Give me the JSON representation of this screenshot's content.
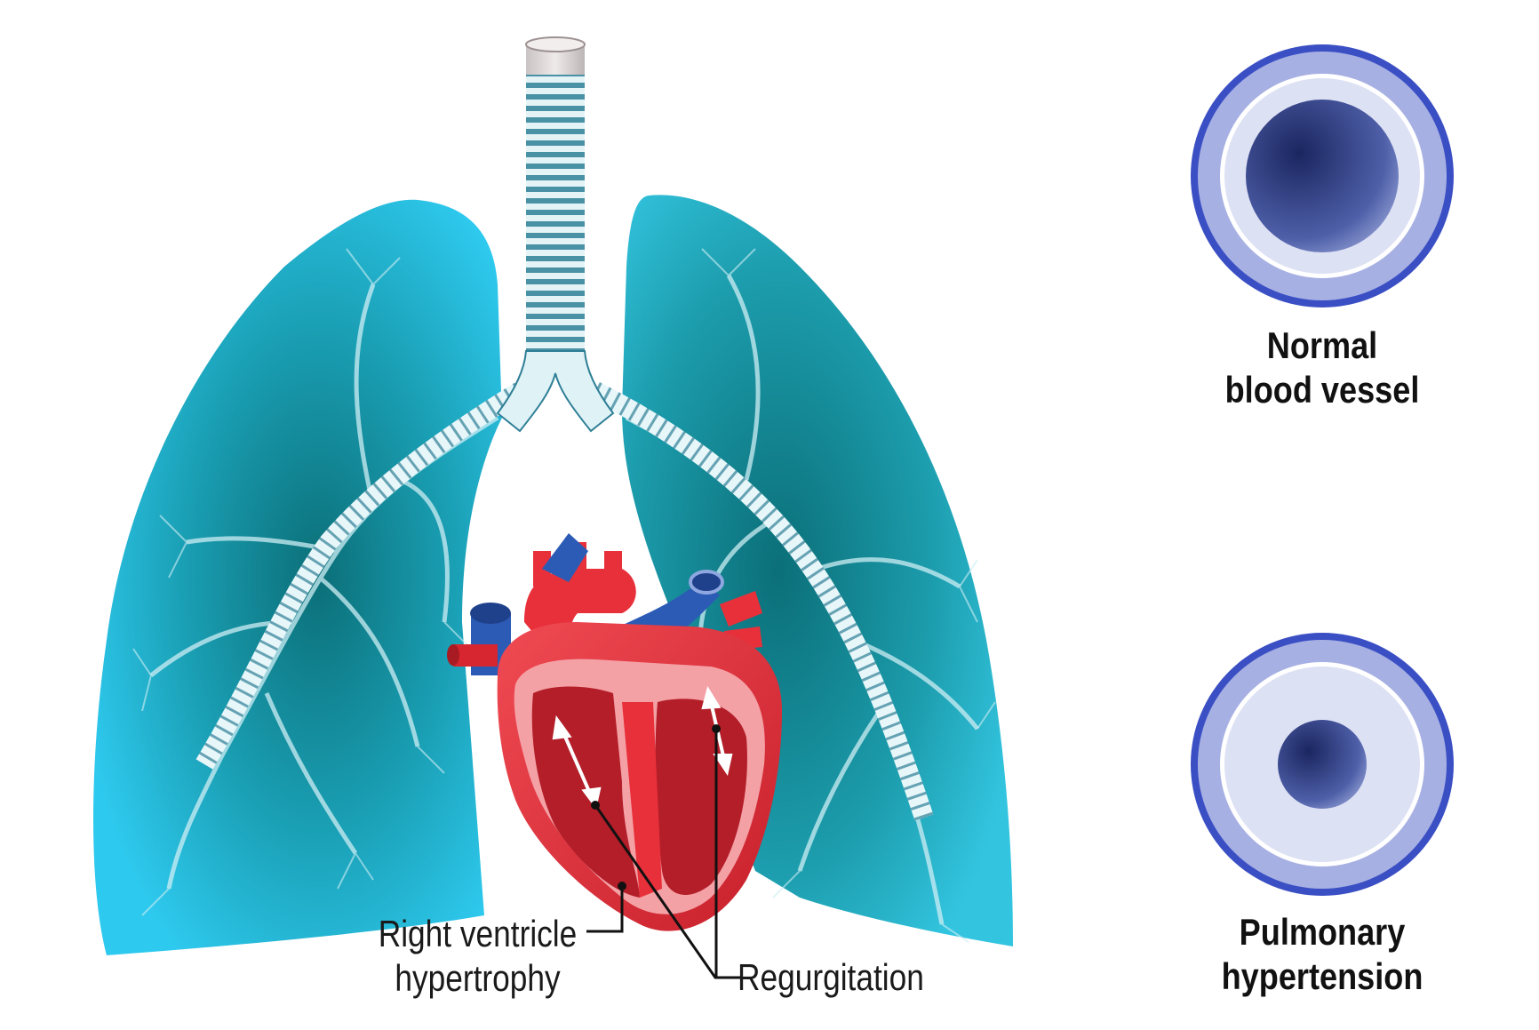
{
  "labels": {
    "normal_vessel": [
      "Normal",
      "blood vessel"
    ],
    "pulmonary_hypertension": [
      "Pulmonary",
      "hypertension"
    ],
    "right_ventricle": [
      "Right ventricle",
      "hypertrophy"
    ],
    "regurgitation": "Regurgitation"
  },
  "colors": {
    "lung_light": "#2ec9ee",
    "lung_dark": "#0b6f78",
    "bronchi": "#dff4f8",
    "trachea_stripe": "#2e7f96",
    "heart_red": "#e8303a",
    "heart_dark": "#8e1822",
    "heart_pink": "#f4a1a6",
    "vein_blue": "#2c5bb5",
    "vessel_outer": "#3b4fc4",
    "vessel_ring": "#a7b0e3",
    "vessel_wall": "#dde1f4",
    "vessel_lumen": "#1f2d6e"
  }
}
